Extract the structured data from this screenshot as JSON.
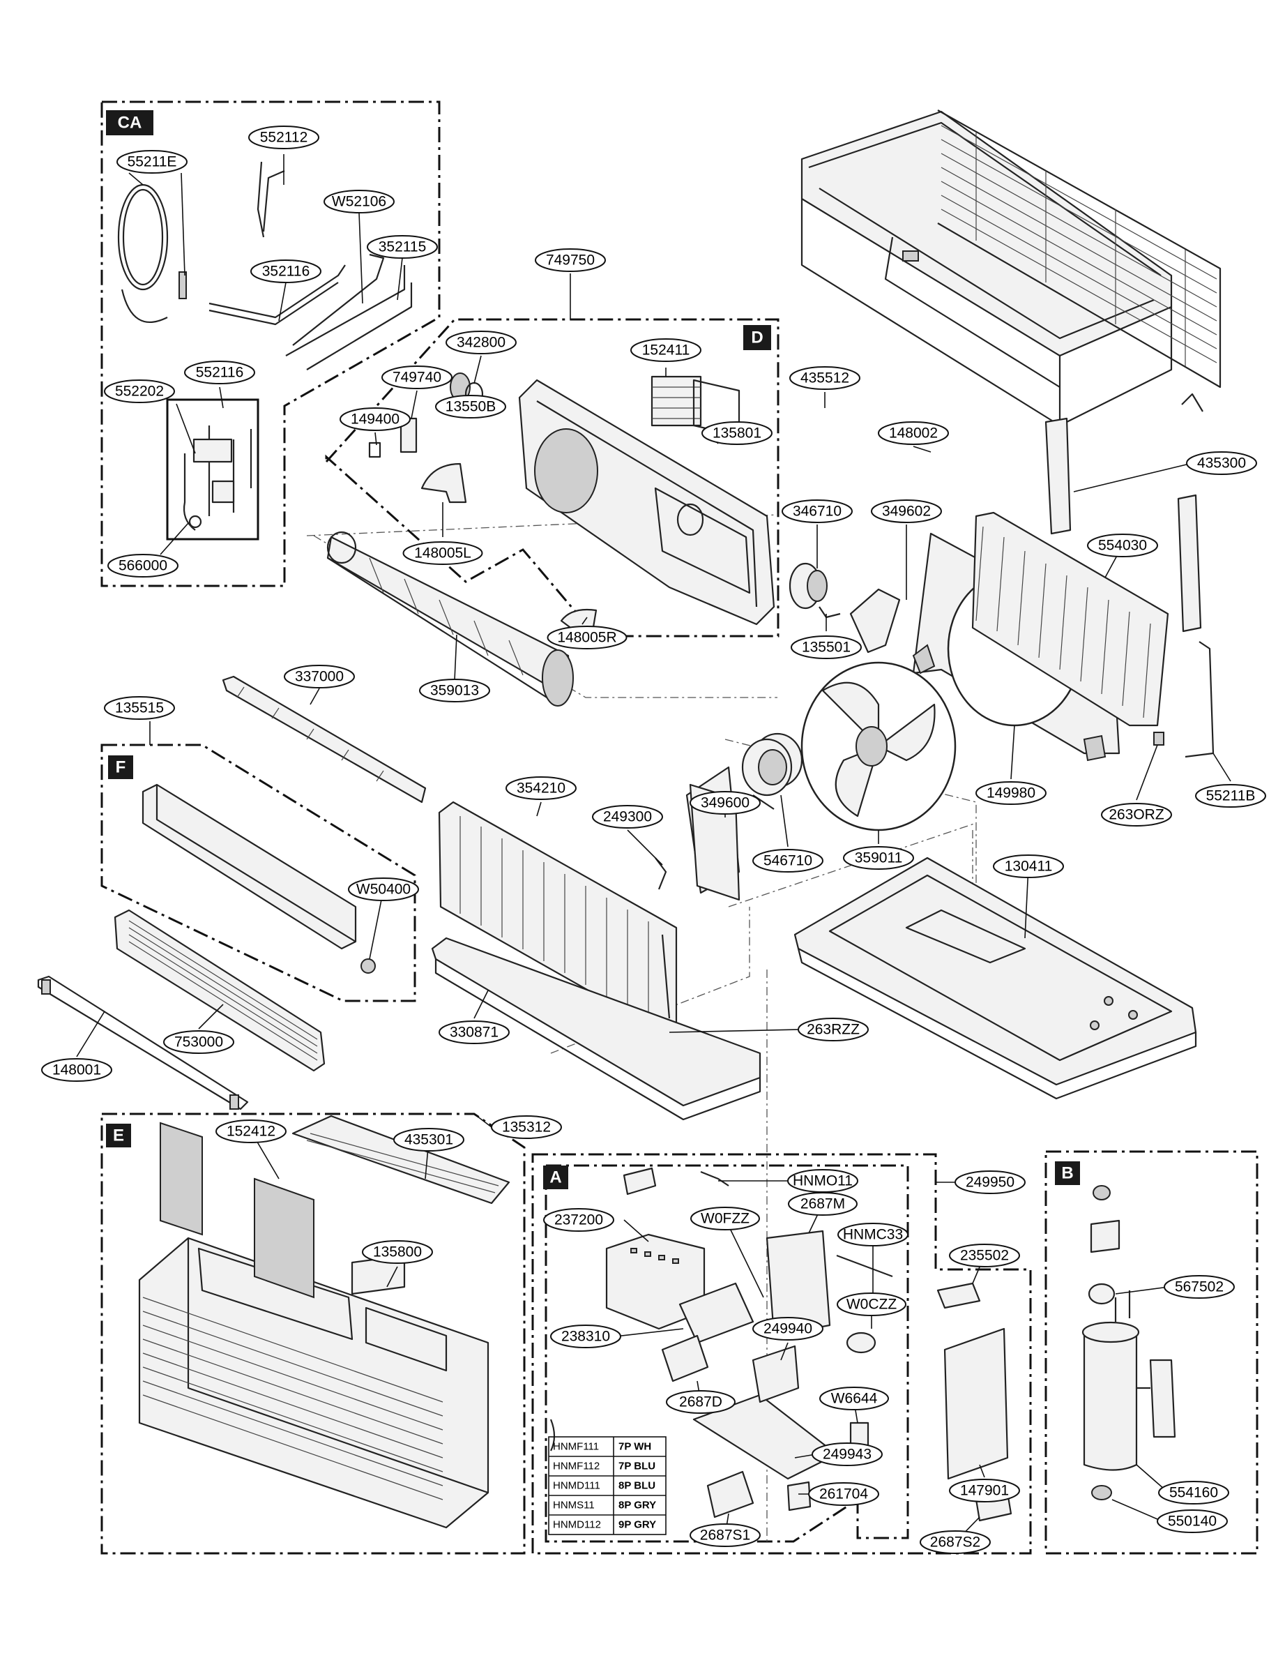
{
  "sections": [
    {
      "id": "CA",
      "label": "CA"
    },
    {
      "id": "D",
      "label": "D"
    },
    {
      "id": "F",
      "label": "F"
    },
    {
      "id": "E",
      "label": "E"
    },
    {
      "id": "A",
      "label": "A"
    },
    {
      "id": "B",
      "label": "B"
    }
  ],
  "callouts": [
    {
      "id": "c-552112",
      "label": "552112"
    },
    {
      "id": "c-55211E",
      "label": "55211E"
    },
    {
      "id": "c-W52106",
      "label": "W52106"
    },
    {
      "id": "c-352115",
      "label": "352115"
    },
    {
      "id": "c-352116",
      "label": "352116"
    },
    {
      "id": "c-552116",
      "label": "552116"
    },
    {
      "id": "c-552202",
      "label": "552202"
    },
    {
      "id": "c-566000",
      "label": "566000"
    },
    {
      "id": "c-749750",
      "label": "749750"
    },
    {
      "id": "c-342800",
      "label": "342800"
    },
    {
      "id": "c-749740",
      "label": "749740"
    },
    {
      "id": "c-149400",
      "label": "149400"
    },
    {
      "id": "c-13550B",
      "label": "13550B"
    },
    {
      "id": "c-152411",
      "label": "152411"
    },
    {
      "id": "c-135801",
      "label": "135801"
    },
    {
      "id": "c-148005L",
      "label": "148005L"
    },
    {
      "id": "c-148005R",
      "label": "148005R"
    },
    {
      "id": "c-359013",
      "label": "359013"
    },
    {
      "id": "c-435512",
      "label": "435512"
    },
    {
      "id": "c-148002",
      "label": "148002"
    },
    {
      "id": "c-435300",
      "label": "435300"
    },
    {
      "id": "c-346710",
      "label": "346710"
    },
    {
      "id": "c-349602",
      "label": "349602"
    },
    {
      "id": "c-554030",
      "label": "554030"
    },
    {
      "id": "c-135501",
      "label": "135501"
    },
    {
      "id": "c-149980",
      "label": "149980"
    },
    {
      "id": "c-263ORZ",
      "label": "263ORZ"
    },
    {
      "id": "c-55211B",
      "label": "55211B"
    },
    {
      "id": "c-337000",
      "label": "337000"
    },
    {
      "id": "c-135515",
      "label": "135515"
    },
    {
      "id": "c-349600",
      "label": "349600"
    },
    {
      "id": "c-249300",
      "label": "249300"
    },
    {
      "id": "c-354210",
      "label": "354210"
    },
    {
      "id": "c-546710",
      "label": "546710"
    },
    {
      "id": "c-359011",
      "label": "359011"
    },
    {
      "id": "c-130411",
      "label": "130411"
    },
    {
      "id": "c-W50400",
      "label": "W50400"
    },
    {
      "id": "c-753000",
      "label": "753000"
    },
    {
      "id": "c-148001",
      "label": "148001"
    },
    {
      "id": "c-330871",
      "label": "330871"
    },
    {
      "id": "c-263RZZ",
      "label": "263RZZ"
    },
    {
      "id": "c-135312",
      "label": "135312"
    },
    {
      "id": "c-152412",
      "label": "152412"
    },
    {
      "id": "c-435301",
      "label": "435301"
    },
    {
      "id": "c-135800",
      "label": "135800"
    },
    {
      "id": "c-HNMO11",
      "label": "HNMO11"
    },
    {
      "id": "c-249950",
      "label": "249950"
    },
    {
      "id": "c-237200",
      "label": "237200"
    },
    {
      "id": "c-W0FZZ",
      "label": "W0FZZ"
    },
    {
      "id": "c-2687M",
      "label": "2687M"
    },
    {
      "id": "c-HNMC33",
      "label": "HNMC33"
    },
    {
      "id": "c-235502",
      "label": "235502"
    },
    {
      "id": "c-W0CZZ",
      "label": "W0CZZ"
    },
    {
      "id": "c-238310",
      "label": "238310"
    },
    {
      "id": "c-249940",
      "label": "249940"
    },
    {
      "id": "c-2687D",
      "label": "2687D"
    },
    {
      "id": "c-W6644",
      "label": "W6644"
    },
    {
      "id": "c-249943",
      "label": "249943"
    },
    {
      "id": "c-261704",
      "label": "261704"
    },
    {
      "id": "c-2687S1",
      "label": "2687S1"
    },
    {
      "id": "c-147901",
      "label": "147901"
    },
    {
      "id": "c-2687S2",
      "label": "2687S2"
    },
    {
      "id": "c-567502",
      "label": "567502"
    },
    {
      "id": "c-554160",
      "label": "554160"
    },
    {
      "id": "c-550140",
      "label": "550140"
    }
  ],
  "harness_table": [
    {
      "code": "HNMF111",
      "spec": "7P WH"
    },
    {
      "code": "HNMF112",
      "spec": "7P BLU"
    },
    {
      "code": "HNMD111",
      "spec": "8P BLU"
    },
    {
      "code": "HNMS11",
      "spec": "8P GRY"
    },
    {
      "code": "HNMD112",
      "spec": "9P GRY"
    }
  ]
}
